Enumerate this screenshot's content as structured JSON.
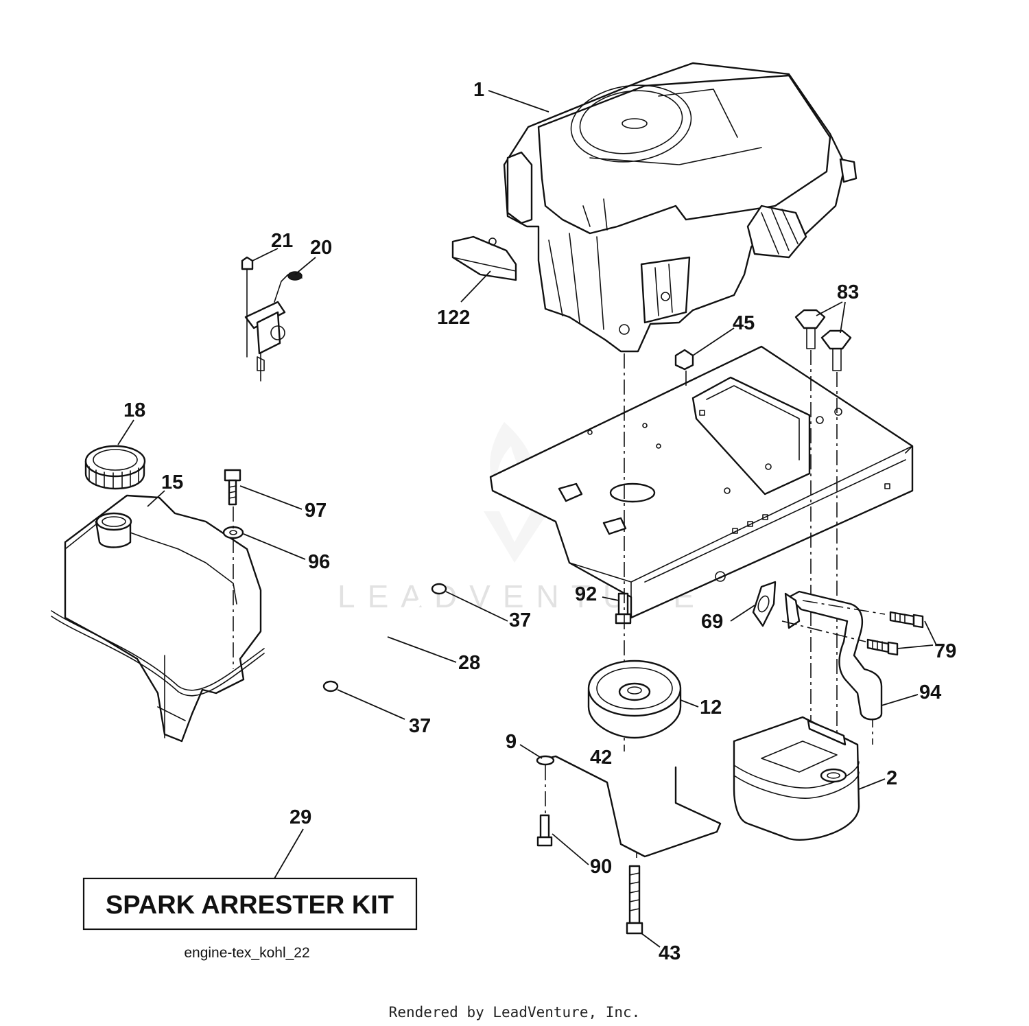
{
  "diagram_code": "engine-tex_kohl_22",
  "footer": "Rendered by LeadVenture, Inc.",
  "watermark": "LEADVENTURE",
  "kit_box": {
    "label": "SPARK ARRESTER KIT",
    "callout": "29"
  },
  "callouts": {
    "c1": "1",
    "c2": "2",
    "c9": "9",
    "c12": "12",
    "c15": "15",
    "c18": "18",
    "c20": "20",
    "c21": "21",
    "c28": "28",
    "c37a": "37",
    "c37b": "37",
    "c42": "42",
    "c43": "43",
    "c45": "45",
    "c69": "69",
    "c79": "79",
    "c83": "83",
    "c90": "90",
    "c92": "92",
    "c94": "94",
    "c96": "96",
    "c97": "97",
    "c122": "122"
  }
}
